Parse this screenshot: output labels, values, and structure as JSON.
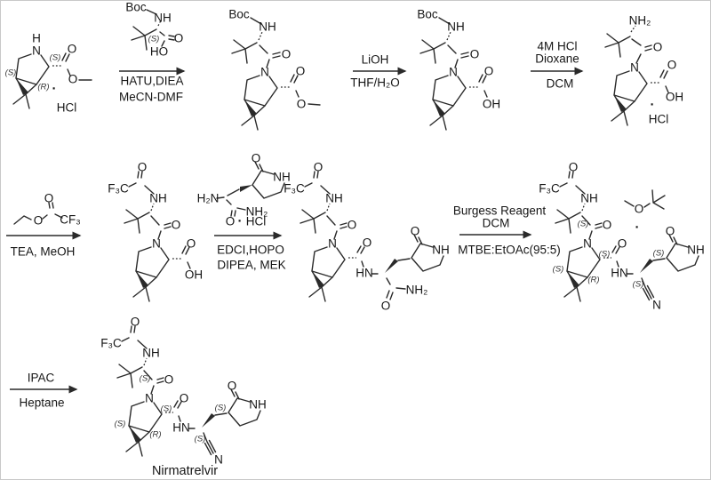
{
  "figure": {
    "type": "chemical-reaction-scheme",
    "description": "Multi-step synthetic route to Nirmatrelvir"
  },
  "atoms": {
    "N": "N",
    "H": "H",
    "NH": "NH",
    "HN": "HN",
    "NH2": "NH₂",
    "H2N": "H₂N",
    "O": "O",
    "OH": "OH",
    "HO": "HO",
    "F3C": "F₃C",
    "CF3": "CF₃",
    "Boc": "Boc",
    "HCl": "HCl",
    "dot": "·",
    "S": "(S)",
    "R": "(R)"
  },
  "conditions": {
    "step1_above": "HATU,DIEA",
    "step1_below": "MeCN-DMF",
    "step2_above": "LiOH",
    "step2_below": "THF/H₂O",
    "step3_above1": "4M HCl",
    "step3_above2": "Dioxane",
    "step3_below": "DCM",
    "step4_below": "TEA, MeOH",
    "step5_below1": "EDCI,HOPO",
    "step5_below2": "DIPEA, MEK",
    "step6_above1": "Burgess Reagent",
    "step6_above2": "DCM",
    "step6_below": "MTBE:EtOAc(95:5)",
    "step7_above": "IPAC",
    "step7_below": "Heptane"
  },
  "captions": {
    "product": "Nirmatrelvir"
  }
}
